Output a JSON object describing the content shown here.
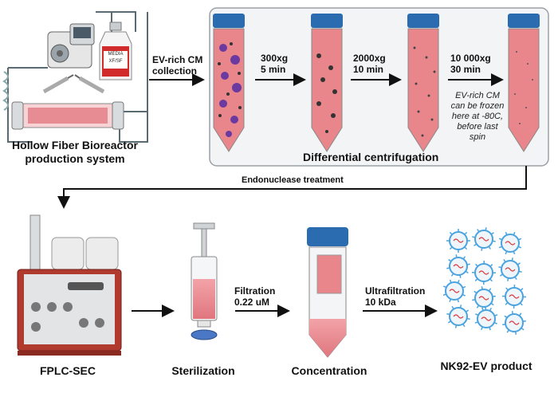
{
  "bioreactor": {
    "title_line1": "Hollow Fiber Bioreactor",
    "title_line2": "production system",
    "bottle_line1": "MEDIA",
    "bottle_line2": "XF/SF"
  },
  "collection_label": "EV-rich CM\ncollection",
  "centrifugation": {
    "title": "Differential centrifugation",
    "spin1": "300xg\n5 min",
    "spin2": "2000xg\n10 min",
    "spin3": "10 000xg\n30 min",
    "note": "EV-rich CM\ncan be frozen\nhere at -80C,\nbefore last\nspin"
  },
  "endonuclease_label": "Endonuclease treatment",
  "bottom": {
    "fplc": "FPLC-SEC",
    "sterilization": "Sterilization",
    "filtration": "Filtration\n0.22 uM",
    "concentration": "Concentration",
    "ultrafiltration": "Ultrafiltration\n10 kDa",
    "product": "NK92-EV product"
  },
  "colors": {
    "cap_blue": "#2b6cb0",
    "medium_pink": "#e9868c",
    "panel_border": "#9aa0a6",
    "panel_fill": "#f3f4f5",
    "fplc_red": "#c0392b",
    "ev_blue": "#4aa3df",
    "ev_red": "#d94040"
  }
}
